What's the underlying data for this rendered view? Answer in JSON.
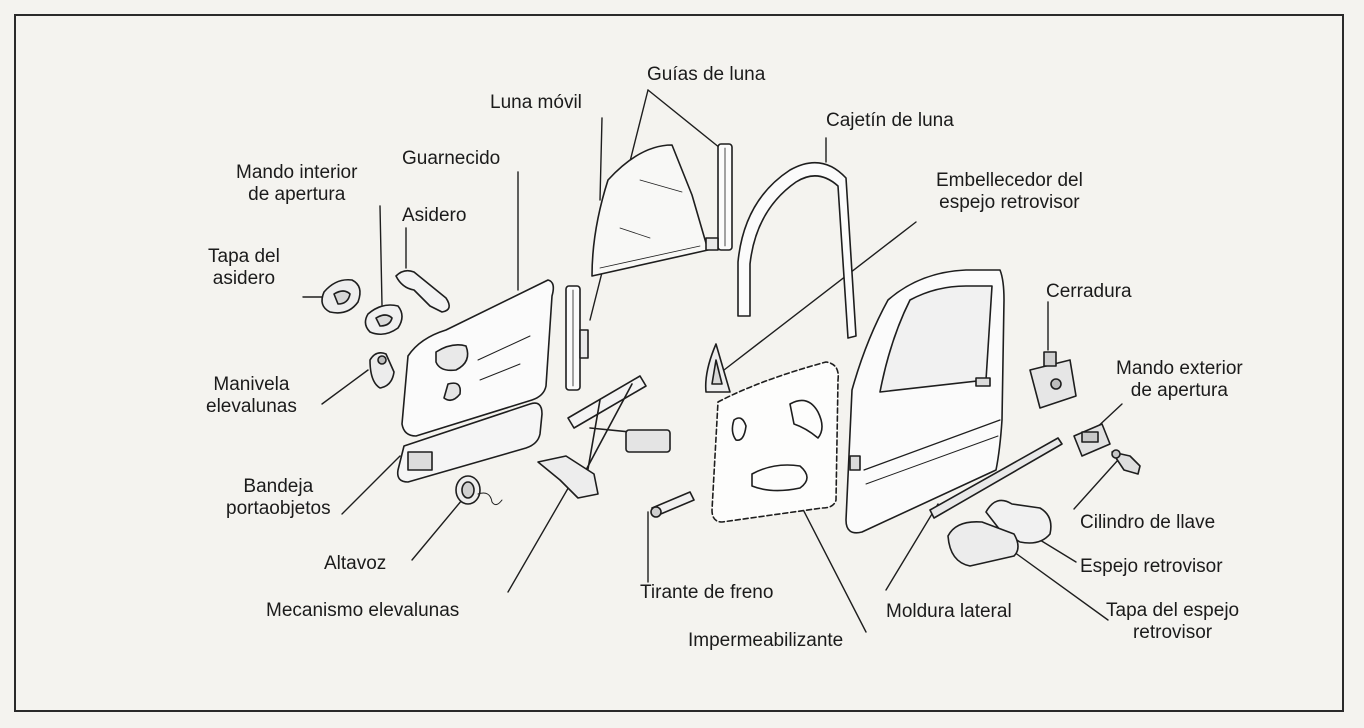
{
  "labels": {
    "guias_de_luna": "Guías de luna",
    "luna_movil": "Luna móvil",
    "cajetin_de_luna": "Cajetín de luna",
    "guarnecido": "Guarnecido",
    "mando_interior_1": "Mando interior",
    "mando_interior_2": "de apertura",
    "asidero": "Asidero",
    "tapa_asidero_1": "Tapa del",
    "tapa_asidero_2": "asidero",
    "embellecedor_1": "Embellecedor del",
    "embellecedor_2": "espejo retrovisor",
    "cerradura": "Cerradura",
    "manivela_1": "Manivela",
    "manivela_2": "elevalunas",
    "mando_exterior_1": "Mando exterior",
    "mando_exterior_2": "de apertura",
    "bandeja_1": "Bandeja",
    "bandeja_2": "portaobjetos",
    "cilindro_de_llave": "Cilindro de llave",
    "altavoz": "Altavoz",
    "espejo_retrovisor": "Espejo retrovisor",
    "tirante_de_freno": "Tirante de freno",
    "mecanismo_elevalunas": "Mecanismo elevalunas",
    "moldura_lateral": "Moldura lateral",
    "tapa_espejo_1": "Tapa del espejo",
    "tapa_espejo_2": "retrovisor",
    "impermeabilizante": "Impermeabilizante"
  }
}
